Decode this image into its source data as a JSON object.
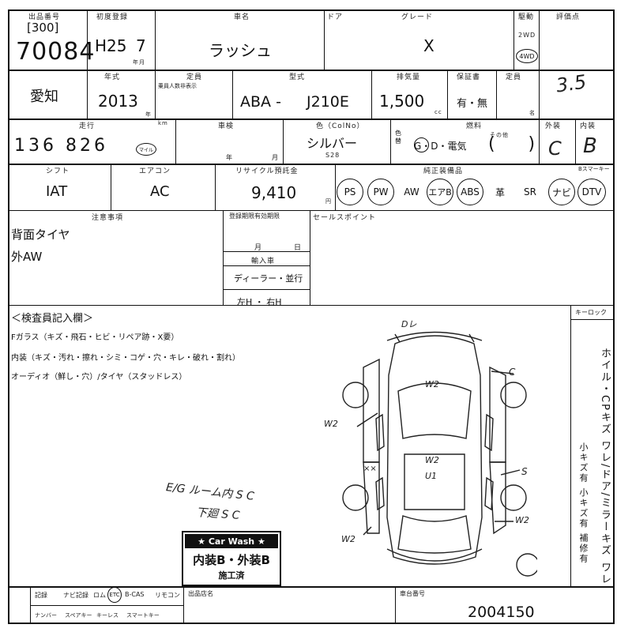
{
  "header": {
    "lot_label": "出品番号",
    "lot_prefix": "[300]",
    "lot_number": "70084",
    "first_reg_label": "初度登録",
    "first_reg_year": "H25",
    "first_reg_month": "7",
    "first_reg_unit": "年月",
    "car_name_label": "車名",
    "car_name": "ラッシュ",
    "door_label": "ドア",
    "grade_label": "グレード",
    "grade": "X",
    "drive_label": "駆動",
    "drive_2wd": "2WD",
    "drive_4wd": "4WD",
    "score_label": "評価点",
    "score": "3.5"
  },
  "row2": {
    "region": "愛知",
    "year_label": "年式",
    "year": "2013",
    "year_unit": "年",
    "fixed_label": "定員",
    "fixed_sub": "乗員人数非表示",
    "model_label": "型式",
    "model_prefix": "ABA -",
    "model": "J210E",
    "displacement_label": "排気量",
    "displacement": "1,500",
    "displacement_unit": "cc",
    "warranty_label": "保証書",
    "warranty_options": "有・無",
    "capacity_label": "定員",
    "capacity_unit": "名"
  },
  "row3": {
    "mileage_label": "走行",
    "mileage": "136 826",
    "mileage_unit": "km",
    "mileage_stamp": "マイル",
    "inspection_label": "車検",
    "inspection_unit_y": "年",
    "inspection_unit_m": "月",
    "color_label": "色（ColNo）",
    "color": "シルバー",
    "color_code": "S28",
    "color_change_label": "色替",
    "fuel_label": "燃料",
    "fuel_options": "G・D・電気",
    "fuel_other": "その他",
    "exterior_label": "外装",
    "exterior": "C",
    "interior_label": "内装",
    "interior": "B"
  },
  "row4": {
    "shift_label": "シフト",
    "shift": "IAT",
    "ac_label": "エアコン",
    "ac": "AC",
    "recycle_label": "リサイクル預託金",
    "recycle": "9,410",
    "recycle_unit": "円",
    "equipment_label": "純正装備品",
    "equipment": [
      "PS",
      "PW",
      "AW",
      "エアB",
      "ABS",
      "革",
      "SR",
      "ナビ",
      "DTV"
    ],
    "smart_key_label": "Bスマーキー"
  },
  "notes": {
    "caution_label": "注意事項",
    "caution_lines": [
      "背面タイヤ",
      "外AW"
    ],
    "exp_label": "登録期限有効期限",
    "exp_month": "月",
    "exp_day": "日",
    "import_label": "輸入車",
    "import_value": "ディーラー・並行",
    "handle_value": "左H ・ 右H",
    "sales_label": "セールスポイント"
  },
  "inspector": {
    "title": "＜検査員記入欄＞",
    "line1": "Fガラス（キズ・飛石・ヒビ・リペア跡・X要）",
    "line2": "内装（キズ・汚れ・擦れ・シミ・コゲ・穴・キレ・破れ・割れ）",
    "line3": "オーディオ（鮮し・穴）/タイヤ（スタッドレス）",
    "handwritten1": "E/G ルーム内 S C",
    "handwritten2": "下廻 S C",
    "keyless_label": "キーロック",
    "side_text_a": "ホイル・CPキズ ワレ/ドア/ミラーキズ ワレ",
    "side_text_b": "小キズ有 小キズ有 補修有"
  },
  "diagram_marks": {
    "top": "Dレ",
    "w2_upper": "W2",
    "w2_left": "W2",
    "c_right": "C",
    "w2_center": "W2",
    "u1": "U1",
    "s_right": "S",
    "w2_lower_right": "W2",
    "w2_lower_left": "W2",
    "xx": "××"
  },
  "stamp": {
    "title": "★ Car Wash ★",
    "line1": "内装B・外装B",
    "line2": "施工済"
  },
  "footer": {
    "items_top": [
      "記録",
      "ナビ記録",
      "ロム",
      "ETC",
      "B-CAS",
      "リモコン"
    ],
    "items_bottom": [
      "ナンバー",
      "スペアキー",
      "キーレス",
      "スマートキー"
    ],
    "seller_label": "出品店名",
    "body_no_label": "車台番号",
    "body_no": "2004150"
  }
}
